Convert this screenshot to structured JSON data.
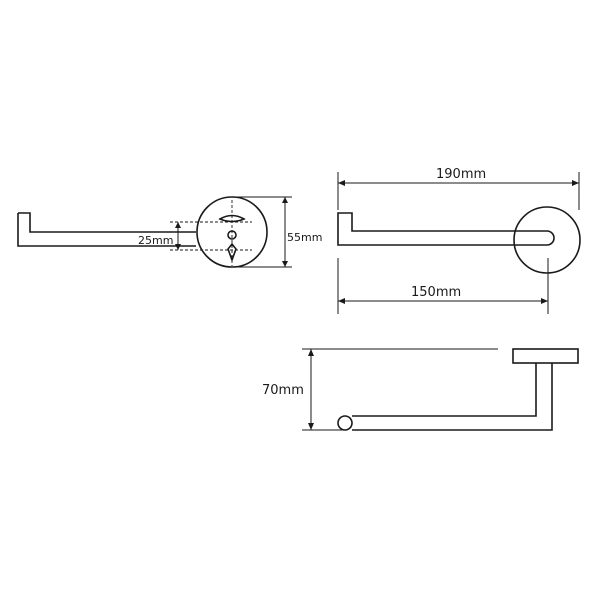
{
  "dimensions": {
    "overall_width": "190mm",
    "arm_length": "150mm",
    "plate_diameter": "55mm",
    "screw_spacing": "25mm",
    "projection": "70mm"
  }
}
